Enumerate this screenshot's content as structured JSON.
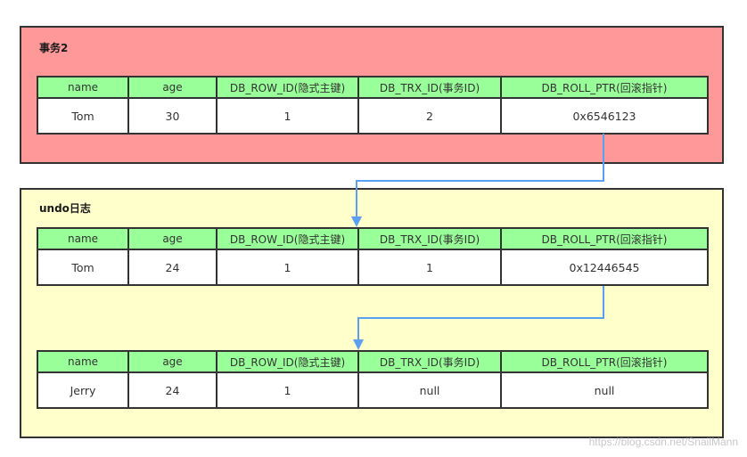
{
  "columns": [
    "name",
    "age",
    "DB_ROW_ID(隐式主键)",
    "DB_TRX_ID(事务ID)",
    "DB_ROLL_PTR(回滚指针)"
  ],
  "transaction_box": {
    "title": "事务2",
    "row": [
      "Tom",
      "30",
      "1",
      "2",
      "0x6546123"
    ],
    "color": "#ff9999"
  },
  "undo_box": {
    "title": "undo日志",
    "rows": [
      [
        "Tom",
        "24",
        "1",
        "1",
        "0x12446545"
      ],
      [
        "Jerry",
        "24",
        "1",
        "null",
        "null"
      ]
    ],
    "color": "#ffffcc"
  },
  "header_color": "#99ff99",
  "arrow_color": "#5aa0f0",
  "watermark": "https://blog.csdn.net/SnailMann"
}
